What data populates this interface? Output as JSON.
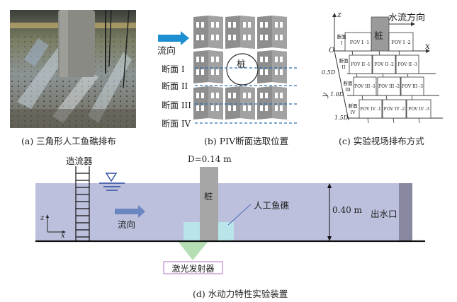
{
  "panel_a": {
    "caption": "(a) 三角形人工鱼礁排布",
    "photo_alt": "photo of triangular artificial reef array around a pile in a flume"
  },
  "panel_b": {
    "caption": "(b) PIV断面选取位置",
    "flow_label": "流向",
    "pile_label": "桩",
    "sections": [
      "断面 I",
      "断面 II",
      "断面 III",
      "断面 IV"
    ]
  },
  "panel_c": {
    "caption": "(c) 实验视场排布方式",
    "axis_z": "z",
    "axis_x": "x",
    "axis_y": "y",
    "origin": "O",
    "flow_direction": "水流方向",
    "pile_label": "桩",
    "y_ticks": [
      "0.5D",
      "1.0D",
      "1.5D"
    ],
    "rows": [
      {
        "section": "断面 I",
        "fovs": [
          "FOV I -1",
          "FOV I -2"
        ]
      },
      {
        "section": "断面 II",
        "fovs": [
          "FOV II -1",
          "FOV II -2",
          "FOV II -3"
        ]
      },
      {
        "section": "断面 III",
        "fovs": [
          "FOV III -1",
          "FOV III -2",
          "FOV III -3"
        ]
      },
      {
        "section": "断面 IV",
        "fovs": [
          "FOV IV -1",
          "FOV IV -2",
          "FOV IV -3"
        ]
      }
    ]
  },
  "panel_d": {
    "caption": "(d) 水动力特性实验装置",
    "wave_maker": "造流器",
    "diameter": "D=0.14 m",
    "pile_label": "桩",
    "reef_label": "人工鱼礁",
    "depth": "0.40 m",
    "outlet": "出水口",
    "flow_label": "流向",
    "laser": "激光发射器",
    "axis_z": "z",
    "axis_x": "x"
  },
  "colors": {
    "water": "#bcc0dc",
    "flow_arrow_b": "#1e8fd0",
    "flow_arrow_d": "#6a86c0",
    "dashed": "#2a6fb0",
    "reef_gray": "#8e8e8e",
    "pile_gray": "#a6a6a6",
    "outlet": "#8888a0",
    "reef_box": "#b8e4ea",
    "laser": "#a8d8a8",
    "laser_box": "#b070c0"
  }
}
